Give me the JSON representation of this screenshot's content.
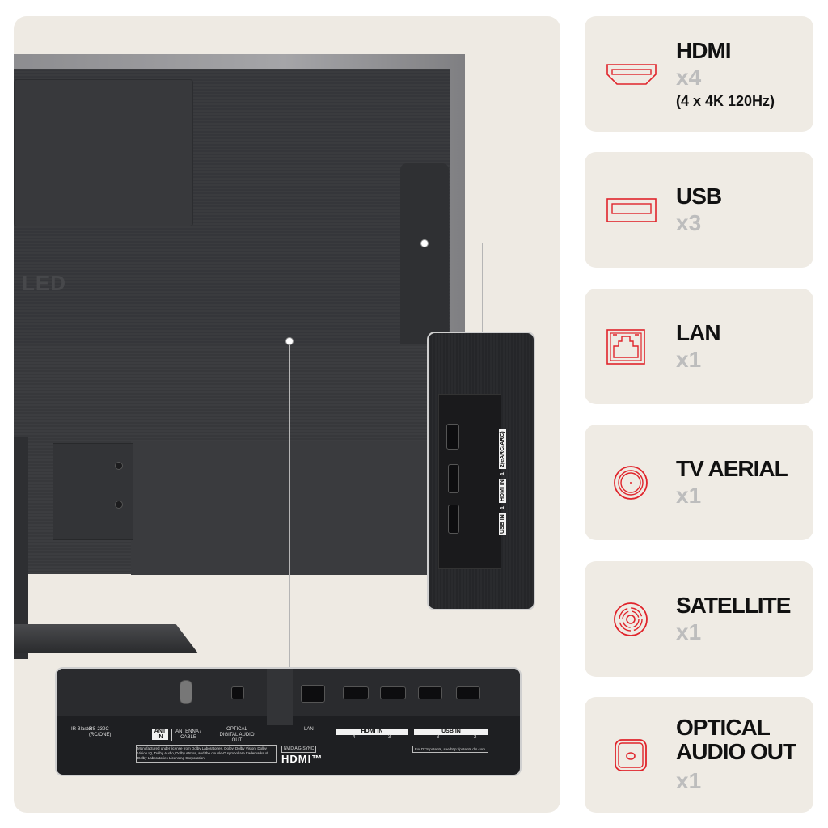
{
  "product_photo": {
    "logo_text": "LED",
    "right_inset": {
      "usb_label": "USB IN",
      "usb_number": "1",
      "hdmi_label": "HDMI IN",
      "hdmi_number": "1",
      "hdmi_arc": "2(eARC/ARC)"
    },
    "bottom_inset": {
      "ir_label": "IR Blaster",
      "rs232_label": "RS-232C (RC/ONE)",
      "ant_in": "ANT IN",
      "antenna_cable": "ANTENNA / CABLE",
      "optical": "OPTICAL DIGITAL AUDIO OUT",
      "lan": "LAN",
      "hdmi_in": "HDMI IN",
      "hdmi_ports": [
        "4",
        "3"
      ],
      "usb_in": "USB IN",
      "usb_ports": [
        "3",
        "2"
      ],
      "dolby_notice": "Manufactured under license from Dolby Laboratories. Dolby, Dolby Vision, Dolby Vision IQ, Dolby Audio, Dolby Atmos, and the double-D symbol are trademarks of Dolby Laboratories Licensing Corporation.",
      "gsync": "NVIDIA G-SYNC",
      "hdmi_logo": "HDMI™",
      "dts_notice": "For DTS patents, see http://patents.dts.com."
    }
  },
  "features": [
    {
      "icon": "hdmi-port-icon",
      "title": "HDMI",
      "count": "x4",
      "note": "(4 x 4K 120Hz)"
    },
    {
      "icon": "usb-port-icon",
      "title": "USB",
      "count": "x3"
    },
    {
      "icon": "lan-port-icon",
      "title": "LAN",
      "count": "x1"
    },
    {
      "icon": "tv-aerial-icon",
      "title": "TV AERIAL",
      "count": "x1"
    },
    {
      "icon": "satellite-icon",
      "title": "SATELLITE",
      "count": "x1"
    },
    {
      "icon": "optical-audio-icon",
      "title": "OPTICAL AUDIO OUT",
      "count": "x1"
    }
  ],
  "colors": {
    "accent": "#e0242b",
    "card_bg": "#efebe4",
    "count_gray": "#bdbdbd"
  }
}
